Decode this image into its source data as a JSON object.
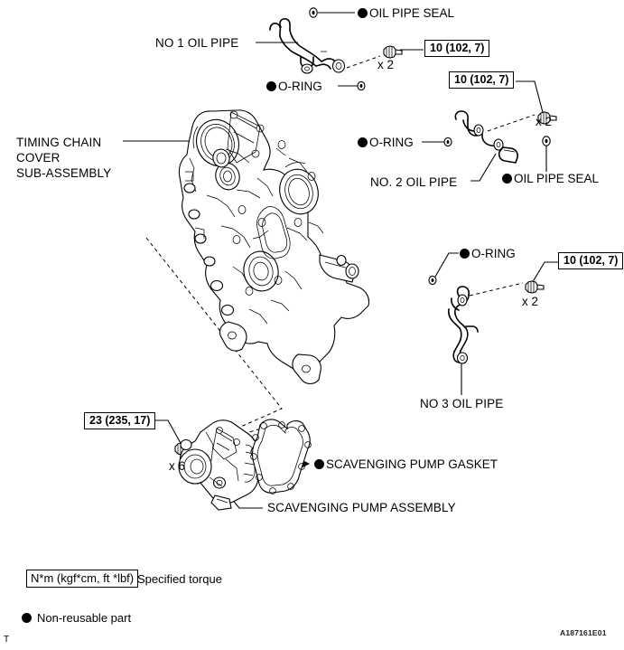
{
  "figure": {
    "id_code": "A187161E01",
    "corner_marker": "T",
    "title_hidden": "Timing Chain Cover Sub-Assembly Exploded View"
  },
  "parts": [
    {
      "key": "oil_pipe_seal_1",
      "label": "OIL PIPE SEAL",
      "non_reusable": true
    },
    {
      "key": "no1_oil_pipe",
      "label": "NO  1 OIL PIPE",
      "non_reusable": false
    },
    {
      "key": "o_ring_1",
      "label": "O-RING",
      "non_reusable": true
    },
    {
      "key": "timing_chain_cover",
      "label_line1": "TIMING CHAIN COVER",
      "label_line2": "SUB-ASSEMBLY",
      "non_reusable": false
    },
    {
      "key": "o_ring_2",
      "label": "O-RING",
      "non_reusable": true
    },
    {
      "key": "no2_oil_pipe",
      "label": "NO. 2 OIL PIPE",
      "non_reusable": false
    },
    {
      "key": "oil_pipe_seal_2",
      "label": "OIL PIPE SEAL",
      "non_reusable": true
    },
    {
      "key": "o_ring_3",
      "label": "O-RING",
      "non_reusable": true
    },
    {
      "key": "no3_oil_pipe",
      "label": "NO  3 OIL PIPE",
      "non_reusable": false
    },
    {
      "key": "scavenging_pump_gasket",
      "label": "SCAVENGING PUMP GASKET",
      "non_reusable": true
    },
    {
      "key": "scavenging_pump_assembly",
      "label": "SCAVENGING PUMP ASSEMBLY",
      "non_reusable": false
    }
  ],
  "torque_specs": [
    {
      "key": "torque_no1_pipe",
      "value": "10 (102, 7)",
      "quantity": "x 2"
    },
    {
      "key": "torque_no2_pipe",
      "value": "10 (102, 7)",
      "quantity": "x 2"
    },
    {
      "key": "torque_no3_pipe",
      "value": "10 (102, 7)",
      "quantity": "x 2"
    },
    {
      "key": "torque_scavenging_pump",
      "value": "23 (235, 17)",
      "quantity": "x 6"
    }
  ],
  "legend": {
    "torque_unit_box": "N*m (kgf*cm, ft *lbf)",
    "torque_unit_text": "Specified torque",
    "non_reusable_text": "Non-reusable part"
  },
  "colors": {
    "line": "#000000",
    "background": "#ffffff",
    "fill_light": "#ffffff"
  }
}
